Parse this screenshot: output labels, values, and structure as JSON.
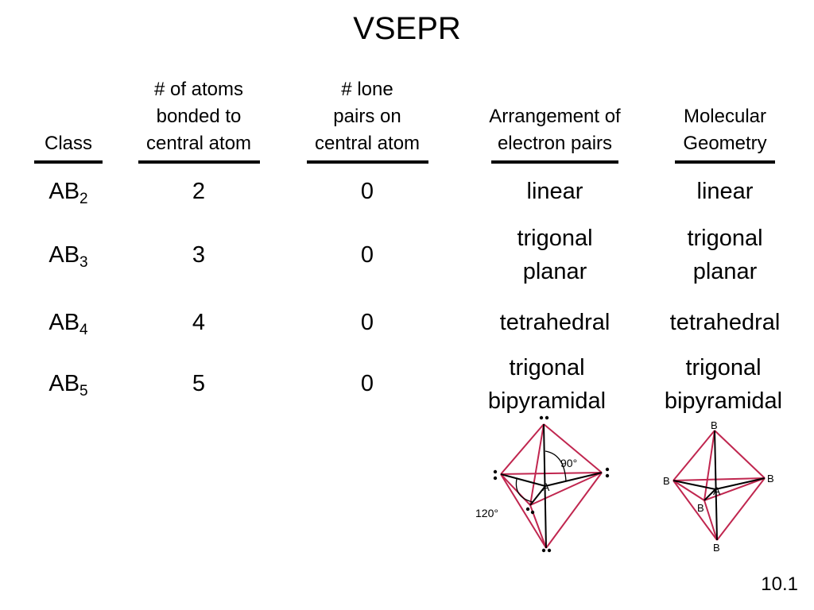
{
  "title": "VSEPR",
  "headers": {
    "class": "Class",
    "atoms": [
      "# of atoms",
      "bonded to",
      "central atom"
    ],
    "lone": [
      "# lone",
      "pairs on",
      "central atom"
    ],
    "arrangement": [
      "Arrangement of",
      "electron pairs"
    ],
    "geometry": [
      "Molecular",
      "Geometry"
    ]
  },
  "rows": [
    {
      "class_base": "AB",
      "class_sub": "2",
      "atoms": "2",
      "lone": "0",
      "arrangement": [
        "linear"
      ],
      "geometry": [
        "linear"
      ]
    },
    {
      "class_base": "AB",
      "class_sub": "3",
      "atoms": "3",
      "lone": "0",
      "arrangement": [
        "trigonal",
        "planar"
      ],
      "geometry": [
        "trigonal",
        "planar"
      ]
    },
    {
      "class_base": "AB",
      "class_sub": "4",
      "atoms": "4",
      "lone": "0",
      "arrangement": [
        "tetrahedral"
      ],
      "geometry": [
        "tetrahedral"
      ]
    },
    {
      "class_base": "AB",
      "class_sub": "5",
      "atoms": "5",
      "lone": "0",
      "arrangement": [
        "trigonal",
        "bipyramidal"
      ],
      "geometry": [
        "trigonal",
        "bipyramidal"
      ]
    }
  ],
  "diagram_left": {
    "central_label": "A",
    "angle_axial": "90°",
    "angle_equatorial": "120°"
  },
  "diagram_right": {
    "central_label": "A",
    "ligand_label": "B"
  },
  "slide_number": "10.1",
  "colors": {
    "edge": "#c0264f",
    "bond": "#000000"
  }
}
